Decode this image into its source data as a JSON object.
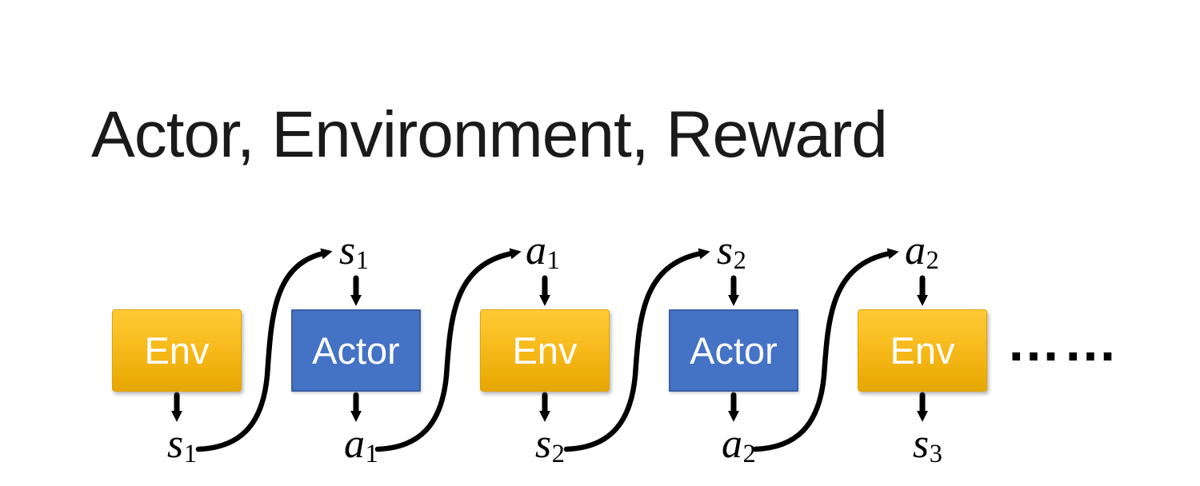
{
  "slide": {
    "title": "Actor, Environment, Reward",
    "ellipsis": "……"
  },
  "diagram": {
    "boxes": [
      {
        "label": "Env"
      },
      {
        "label": "Actor"
      },
      {
        "label": "Env"
      },
      {
        "label": "Actor"
      },
      {
        "label": "Env"
      }
    ],
    "top_labels": [
      {
        "base": "s",
        "sub": "1"
      },
      {
        "base": "a",
        "sub": "1"
      },
      {
        "base": "s",
        "sub": "2"
      },
      {
        "base": "a",
        "sub": "2"
      }
    ],
    "bottom_labels": [
      {
        "base": "s",
        "sub": "1"
      },
      {
        "base": "a",
        "sub": "1"
      },
      {
        "base": "s",
        "sub": "2"
      },
      {
        "base": "a",
        "sub": "2"
      },
      {
        "base": "s",
        "sub": "3"
      }
    ],
    "colors": {
      "env_gradient_top": "#FFCA36",
      "env_gradient_bottom": "#E6A702",
      "actor_fill": "#4472C4",
      "actor_border": "#3A5FA5",
      "arrow": "#000000",
      "box_text": "#FFFFFF",
      "title_text": "#1A1A1A"
    }
  }
}
